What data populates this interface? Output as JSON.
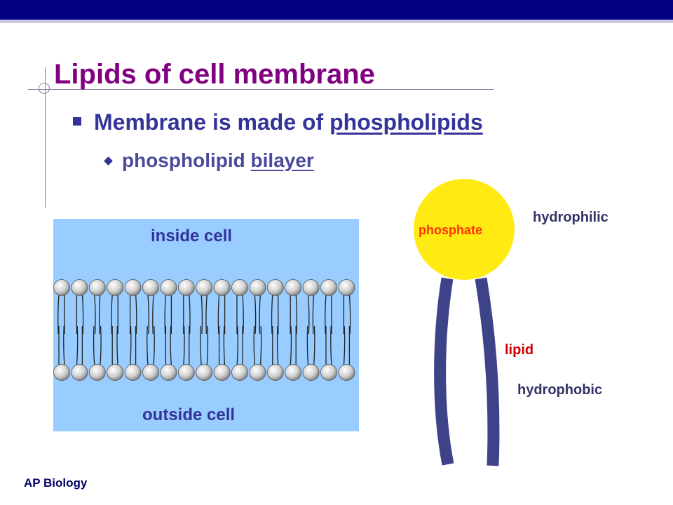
{
  "slide": {
    "title": "Lipids of cell membrane",
    "bullet_1_prefix": "Membrane is made of ",
    "bullet_1_term": "phospholipids",
    "bullet_2_prefix": "phospholipid ",
    "bullet_2_term": "bilayer",
    "footer": "AP Biology"
  },
  "membrane_diagram": {
    "inside_label": "inside cell",
    "outside_label": "outside cell",
    "heads_per_layer": 17
  },
  "molecule_diagram": {
    "head_label": "phosphate",
    "head_property": "hydrophilic",
    "tail_label": "lipid",
    "tail_property": "hydrophobic"
  },
  "colors": {
    "top_bar": "#000080",
    "title": "#800080",
    "bullet_text": "#333399",
    "membrane_water": "#99ccff",
    "phosphate_head": "#ffea14",
    "lipid_tails": "#3e4389",
    "phosphate_label": "#ff3300",
    "lipid_label": "#cc0000"
  }
}
